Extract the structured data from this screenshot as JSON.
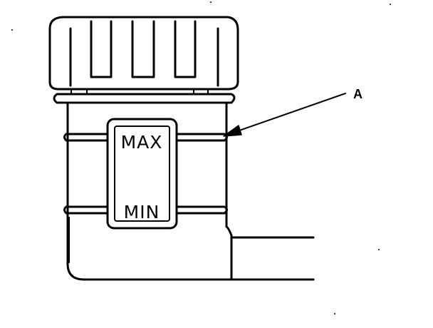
{
  "diagram": {
    "labels": {
      "max": "MAX",
      "min": "MIN",
      "callout": "A"
    }
  }
}
